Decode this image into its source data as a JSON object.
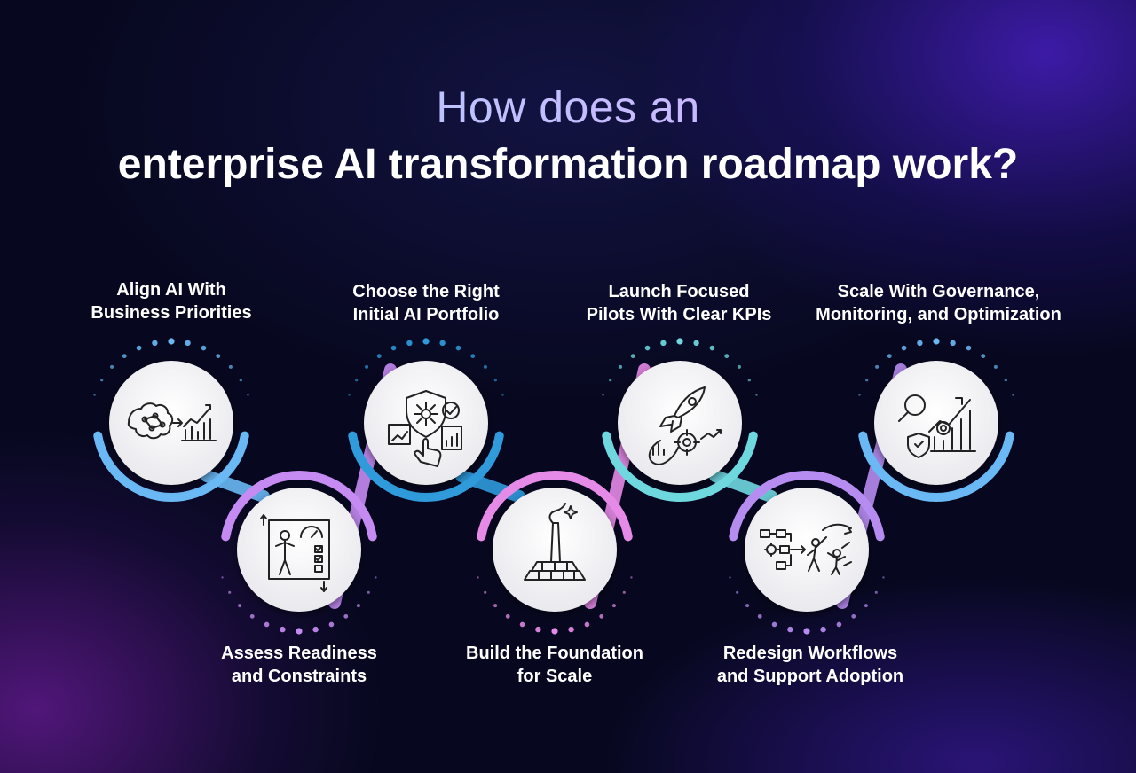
{
  "title": {
    "line1": "How does an",
    "line2": "enterprise AI transformation roadmap work?"
  },
  "steps": [
    {
      "label": "Align AI With\nBusiness Priorities",
      "icon": "brain-growth-chart-icon",
      "ring": "#6ab8f4"
    },
    {
      "label": "Assess Readiness\nand Constraints",
      "icon": "person-checklist-gauge-icon",
      "ring": "#c58bf2"
    },
    {
      "label": "Choose the Right\nInitial AI Portfolio",
      "icon": "shield-network-portfolio-icon",
      "ring": "#2f9bdb"
    },
    {
      "label": "Build the Foundation\nfor Scale",
      "icon": "tower-foundation-icon",
      "ring": "#e58ae6"
    },
    {
      "label": "Launch Focused\nPilots With Clear KPIs",
      "icon": "rocket-target-icon",
      "ring": "#6fd8df"
    },
    {
      "label": "Redesign Workflows\nand Support Adoption",
      "icon": "workflow-team-icon",
      "ring": "#b78cf0"
    },
    {
      "label": "Scale With Governance,\nMonitoring, and Optimization",
      "icon": "magnifier-shield-chart-icon",
      "ring": "#6ab8f4"
    }
  ]
}
